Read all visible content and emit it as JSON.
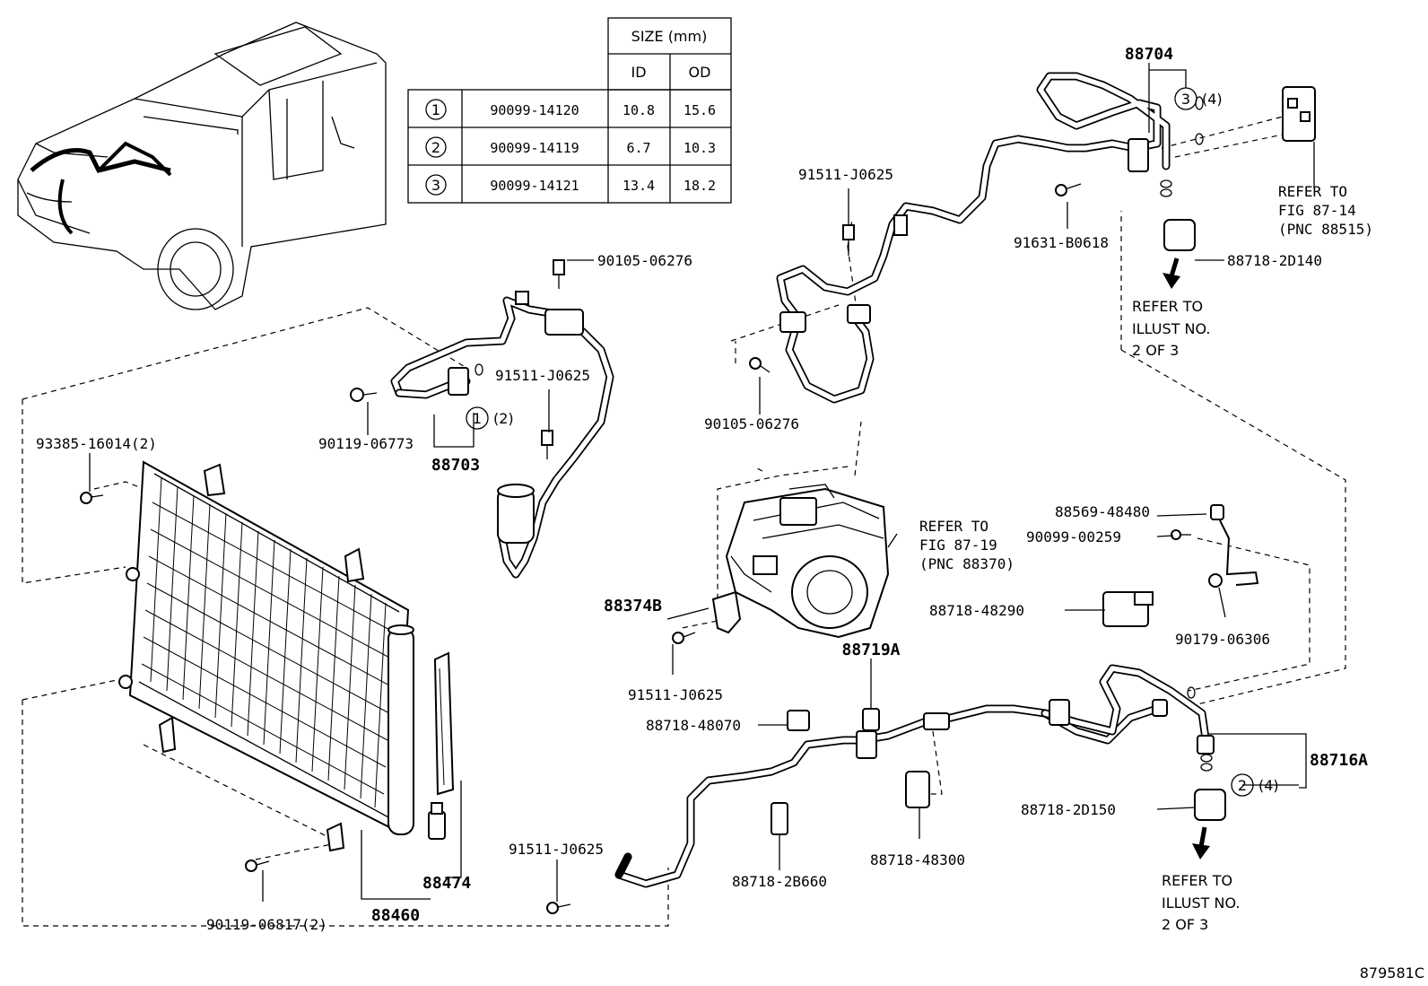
{
  "table": {
    "header_size": "SIZE (mm)",
    "header_id": "ID",
    "header_od": "OD",
    "rows": [
      {
        "num": "1",
        "part": "90099-14120",
        "id": "10.8",
        "od": "15.6"
      },
      {
        "num": "2",
        "part": "90099-14119",
        "id": "6.7",
        "od": "10.3"
      },
      {
        "num": "3",
        "part": "90099-14121",
        "id": "13.4",
        "od": "18.2"
      }
    ]
  },
  "labels": {
    "p88704": "88704",
    "qty3": "(4)",
    "ref_88515_l1": "REFER TO",
    "ref_88515_l2": "FIG 87-14",
    "ref_88515_l3": "(PNC 88515)",
    "p91511_top": "91511-J0625",
    "p91631": "91631-B0618",
    "p88718_2d140": "88718-2D140",
    "illust_top_l1": "REFER TO",
    "illust_top_l2": "ILLUST NO.",
    "illust_top_l3": "2 OF 3",
    "p90105_a": "90105-06276",
    "p91511_mid": "91511-J0625",
    "p90105_b": "90105-06276",
    "qty1": "(2)",
    "p90119_06773": "90119-06773",
    "p88703": "88703",
    "p93385": "93385-16014(2)",
    "ref_88370_l1": "REFER TO",
    "ref_88370_l2": "FIG 87-19",
    "ref_88370_l3": "(PNC 88370)",
    "p88569": "88569-48480",
    "p90099_00259": "90099-00259",
    "p88374b": "88374B",
    "p88718_48290": "88718-48290",
    "p90179": "90179-06306",
    "p91511_low": "91511-J0625",
    "p88719a": "88719A",
    "p88718_48070": "88718-48070",
    "p88716a": "88716A",
    "qty2": "(4)",
    "p88718_2d150": "88718-2D150",
    "p91511_bottom": "91511-J0625",
    "p88718_2b660": "88718-2B660",
    "p88718_48300": "88718-48300",
    "illust_bot_l1": "REFER TO",
    "illust_bot_l2": "ILLUST NO.",
    "illust_bot_l3": "2 OF 3",
    "p88474": "88474",
    "p88460": "88460",
    "p90119_06817": "90119-06817(2)",
    "fig_code": "879581C"
  },
  "callouts": {
    "c1": "1",
    "c2": "2",
    "c3": "3"
  }
}
